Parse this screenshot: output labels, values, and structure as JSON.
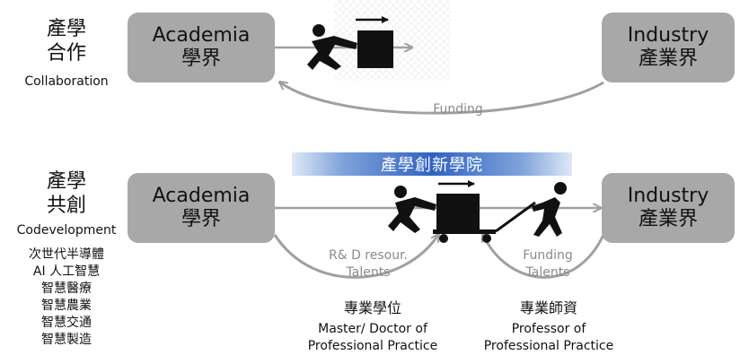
{
  "top": {
    "title_line1": "產學",
    "title_line2": "合作",
    "subtitle": "Collaboration",
    "academia_en": "Academia",
    "academia_zh": "學界",
    "industry_en": "Industry",
    "industry_zh": "產業界",
    "funding": "Funding"
  },
  "bottom": {
    "title_line1": "產學",
    "title_line2": "共創",
    "subtitle": "Codevelopment",
    "fields": [
      "次世代半導體",
      "AI 人工智慧",
      "智慧醫療",
      "智慧農業",
      "智慧交通",
      "智慧製造"
    ],
    "banner": "產學創新學院",
    "academia_en": "Academia",
    "academia_zh": "學界",
    "industry_en": "Industry",
    "industry_zh": "產業界",
    "left_arrow_line1": "R& D resour.",
    "left_arrow_line2": "Talents",
    "right_arrow_line1": "Funding",
    "right_arrow_line2": "Talents",
    "degree_zh": "專業學位",
    "degree_en_line1": "Master/ Doctor of",
    "degree_en_line2": "Professional Practice",
    "faculty_zh": "專業師資",
    "faculty_en_line1": "Professor of",
    "faculty_en_line2": "Professional Practice"
  },
  "colors": {
    "box": "#a8a8a8",
    "arrow": "#a0a0a0",
    "banner": "#2f63c2",
    "figure": "#111111"
  }
}
